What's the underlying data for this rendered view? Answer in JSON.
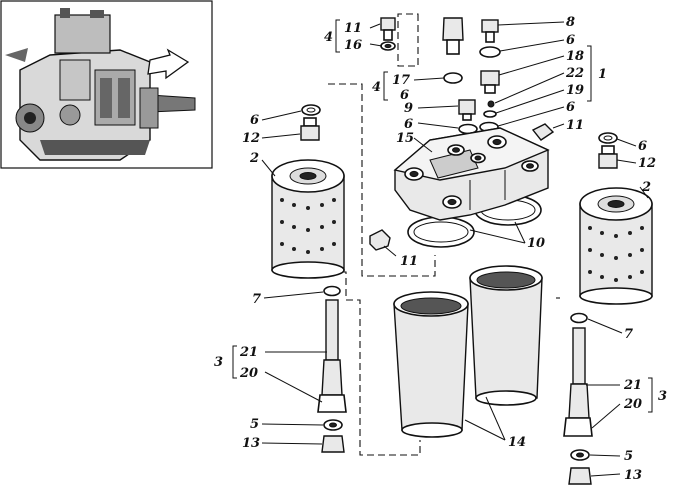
{
  "labels": {
    "l1": "1",
    "l2a": "2",
    "l2b": "2",
    "l3a": "3",
    "l3b": "3",
    "l4a": "4",
    "l4b": "4",
    "l5a": "5",
    "l5b": "5",
    "l6a": "6",
    "l6b": "6",
    "l6c": "6",
    "l6d": "6",
    "l6e": "6",
    "l6f": "6",
    "l6g": "6",
    "l7a": "7",
    "l7b": "7",
    "l8": "8",
    "l9": "9",
    "l10": "10",
    "l11a": "11",
    "l11b": "11",
    "l11c": "11",
    "l12a": "12",
    "l12b": "12",
    "l13a": "13",
    "l13b": "13",
    "l14": "14",
    "l15": "15",
    "l16": "16",
    "l17": "17",
    "l18": "18",
    "l19": "19",
    "l20a": "20",
    "l20b": "20",
    "l21a": "21",
    "l21b": "21",
    "l22": "22"
  }
}
